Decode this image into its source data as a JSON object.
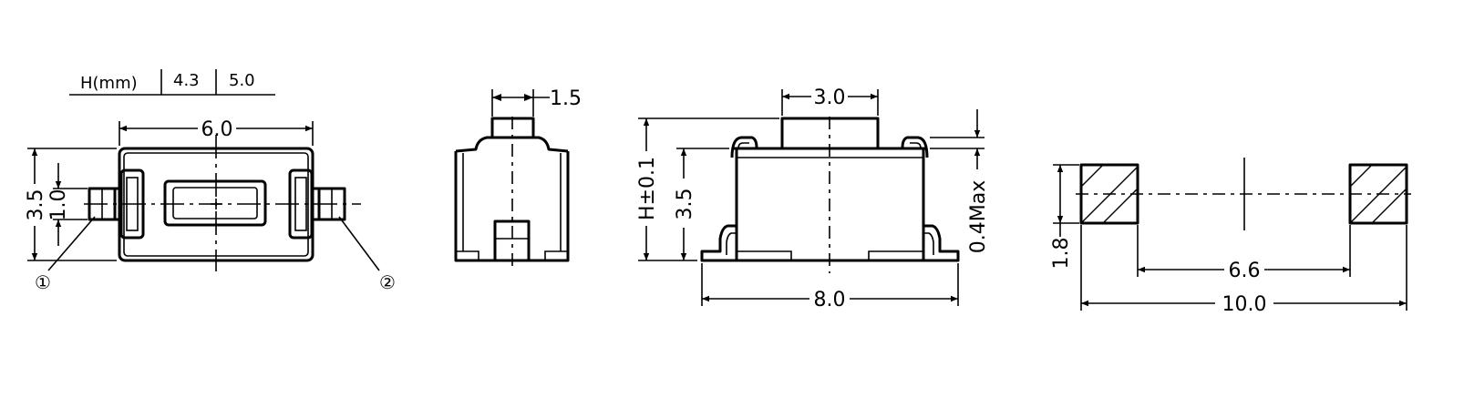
{
  "height_table": {
    "header": "H(mm)",
    "values": [
      "4.3",
      "5.0"
    ]
  },
  "top_view": {
    "width_dim": "6.0",
    "height_dim": "3.5",
    "pin_dim": "1.0",
    "pin1_label": "①",
    "pin2_label": "②"
  },
  "side_view": {
    "plunger_dim": "1.5"
  },
  "front_view": {
    "plunger_dim": "3.0",
    "height_dim": "H±0.1",
    "body_height_dim": "3.5",
    "lead_dim": "0.4Max",
    "overall_dim": "8.0"
  },
  "footprint": {
    "pad_height_dim": "1.8",
    "inner_dim": "6.6",
    "outer_dim": "10.0"
  }
}
